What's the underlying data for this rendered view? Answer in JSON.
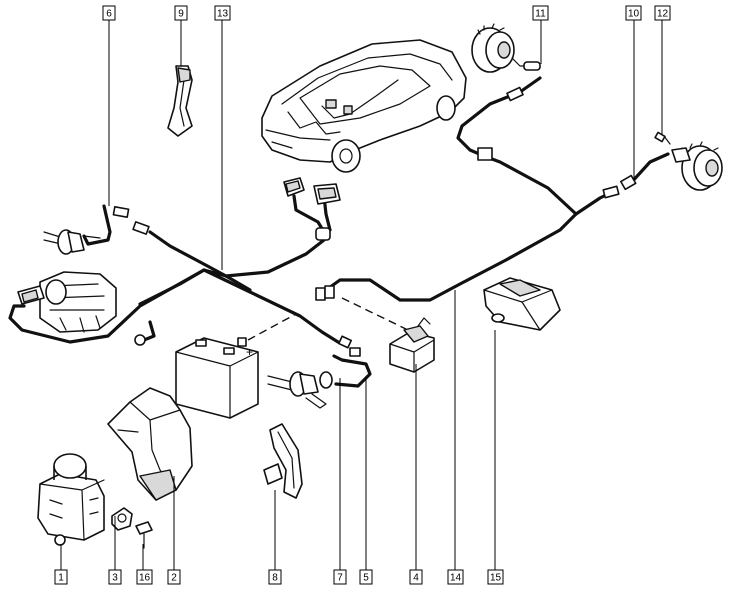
{
  "callouts": [
    {
      "id": "c1",
      "label": "1"
    },
    {
      "id": "c3",
      "label": "3"
    },
    {
      "id": "c16",
      "label": "16"
    },
    {
      "id": "c2",
      "label": "2"
    },
    {
      "id": "c8",
      "label": "8"
    },
    {
      "id": "c7",
      "label": "7"
    },
    {
      "id": "c5",
      "label": "5"
    },
    {
      "id": "c4",
      "label": "4"
    },
    {
      "id": "c14",
      "label": "14"
    },
    {
      "id": "c15",
      "label": "15"
    },
    {
      "id": "c6",
      "label": "6"
    },
    {
      "id": "c9",
      "label": "9"
    },
    {
      "id": "c13",
      "label": "13"
    },
    {
      "id": "c11",
      "label": "11"
    },
    {
      "id": "c10",
      "label": "10"
    },
    {
      "id": "c12",
      "label": "12"
    }
  ],
  "battery_terminal": "+"
}
